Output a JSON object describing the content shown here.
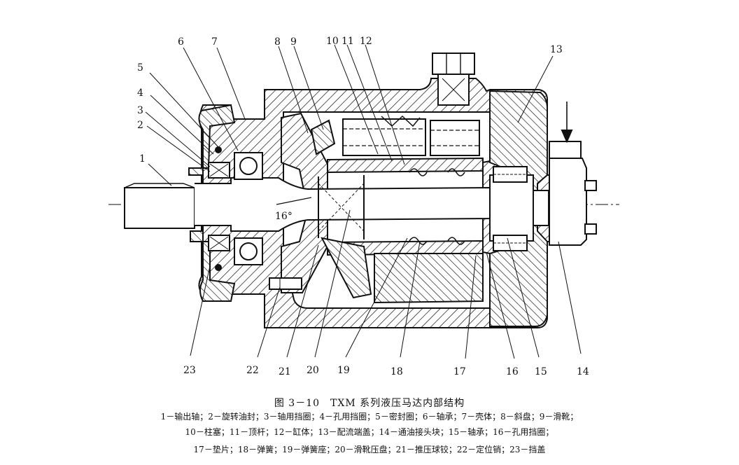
{
  "callouts": [
    {
      "id": "1",
      "label": "1"
    },
    {
      "id": "2",
      "label": "2"
    },
    {
      "id": "3",
      "label": "3"
    },
    {
      "id": "4",
      "label": "4"
    },
    {
      "id": "5",
      "label": "5"
    },
    {
      "id": "6",
      "label": "6"
    },
    {
      "id": "7",
      "label": "7"
    },
    {
      "id": "8",
      "label": "8"
    },
    {
      "id": "9",
      "label": "9"
    },
    {
      "id": "10",
      "label": "10"
    },
    {
      "id": "11",
      "label": "11"
    },
    {
      "id": "12",
      "label": "12"
    },
    {
      "id": "13",
      "label": "13"
    },
    {
      "id": "14",
      "label": "14"
    },
    {
      "id": "15",
      "label": "15"
    },
    {
      "id": "16",
      "label": "16"
    },
    {
      "id": "17",
      "label": "17"
    },
    {
      "id": "18",
      "label": "18"
    },
    {
      "id": "19",
      "label": "19"
    },
    {
      "id": "20",
      "label": "20"
    },
    {
      "id": "21",
      "label": "21"
    },
    {
      "id": "22",
      "label": "22"
    },
    {
      "id": "23",
      "label": "23"
    }
  ],
  "angle_label": "16°",
  "caption": {
    "title": "图 3－10　TXM 系列液压马达内部结构",
    "legend_line_1": "1－输出轴；2－旋转油封；3－轴用挡圈；4－孔用挡圈；5－密封圈；6－轴承；7－壳体；8－斜盘；9－滑靴；",
    "legend_line_2": "10－柱塞；11－顶杆；12－缸体；13－配流端盖；14－通油接头块；15－轴承；16－孔用挡圈；",
    "legend_line_3": "17－垫片；18－弹簧；19－弹簧座；20－滑靴压盘；21－推压球铰；22－定位销；23－挡盖"
  }
}
